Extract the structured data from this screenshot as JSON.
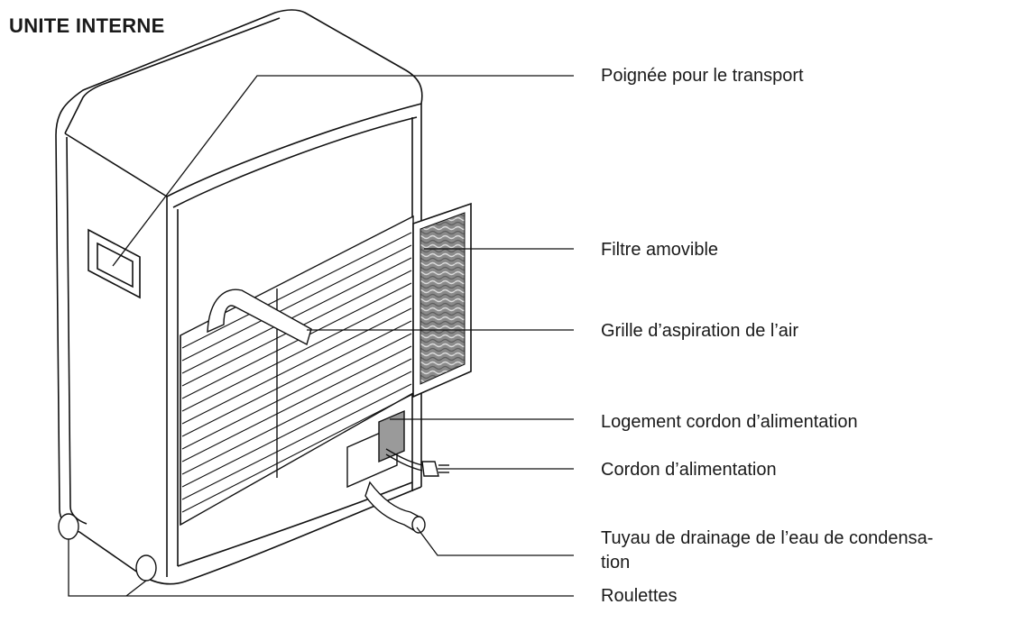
{
  "title": "UNITE INTERNE",
  "labels": {
    "handle": "Poignée pour le transport",
    "filter": "Filtre amovible",
    "grille": "Grille d’aspiration de l’air",
    "cord_housing": "Logement cordon d’alimentation",
    "cord": "Cordon d’alimentation",
    "drain_line1": "Tuyau de drainage de l’eau de condensa-",
    "drain_line2": "tion",
    "wheels": "Roulettes"
  }
}
